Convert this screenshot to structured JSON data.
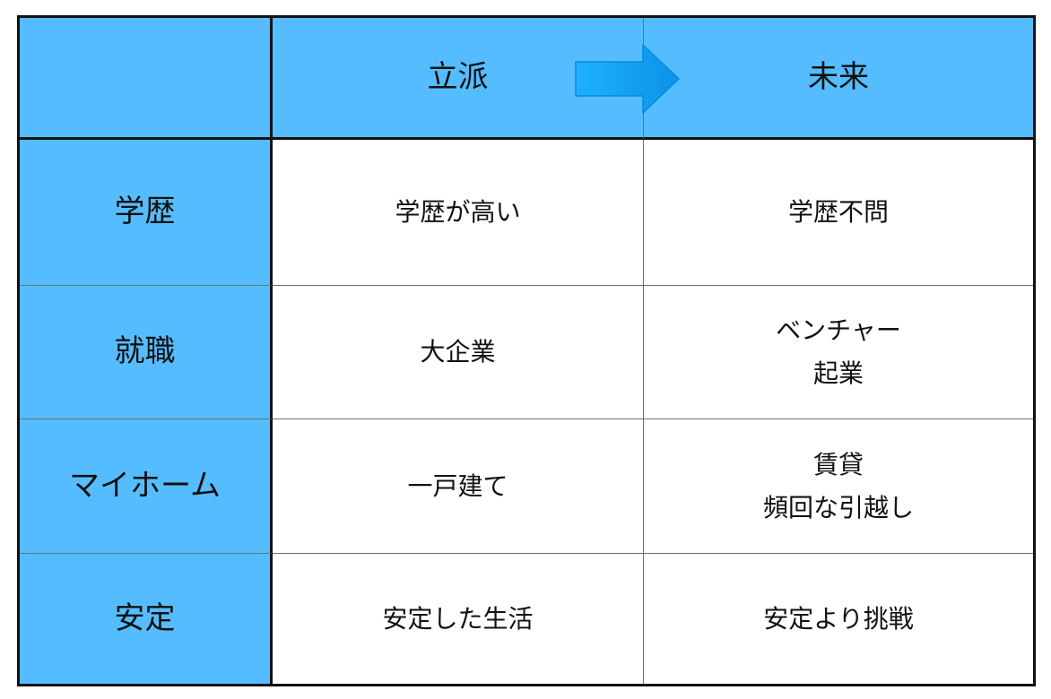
{
  "header": {
    "corner": "",
    "col_present": "立派",
    "col_future": "未来",
    "arrow_icon": "right-arrow-icon"
  },
  "rows": [
    {
      "label": "学歴",
      "present": [
        "学歴が高い"
      ],
      "future": [
        "学歴不問"
      ]
    },
    {
      "label": "就職",
      "present": [
        "大企業"
      ],
      "future": [
        "ベンチャー",
        "起業"
      ]
    },
    {
      "label": "マイホーム",
      "present": [
        "一戸建て"
      ],
      "future": [
        "賃貸",
        "頻回な引越し"
      ]
    },
    {
      "label": "安定",
      "present": [
        "安定した生活"
      ],
      "future": [
        "安定より挑戦"
      ]
    }
  ],
  "colors": {
    "header_blue": "#55bdff",
    "arrow_blue": "#0a9df0",
    "border": "#111111"
  }
}
